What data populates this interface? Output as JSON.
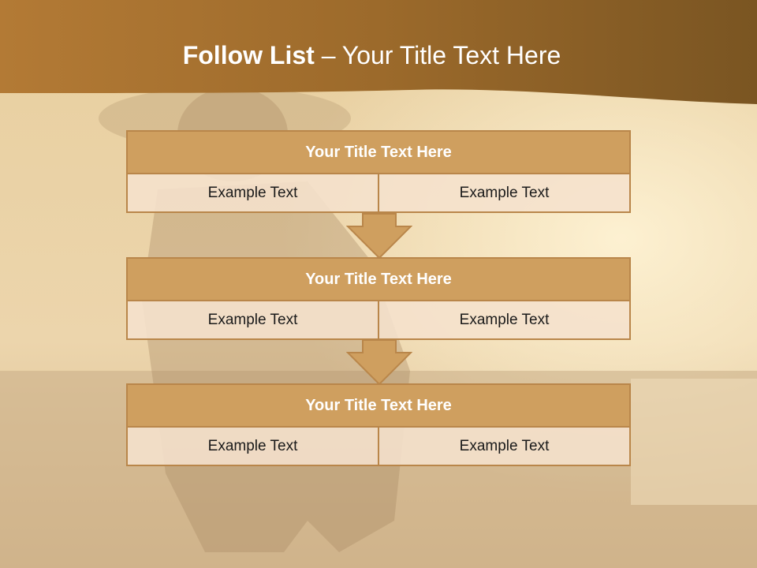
{
  "slide": {
    "title_bold": "Follow List",
    "title_rest": "– Your Title Text Here"
  },
  "blocks": [
    {
      "title": "Your Title Text Here",
      "left": "Example Text",
      "right": "Example Text"
    },
    {
      "title": "Your Title Text Here",
      "left": "Example Text",
      "right": "Example Text"
    },
    {
      "title": "Your Title Text Here",
      "left": "Example Text",
      "right": "Example Text"
    }
  ],
  "colors": {
    "header_fill": "#cf9f5f",
    "border": "#b9864a",
    "cell_fill": "#f5e1cd",
    "banner": "#a8702e"
  }
}
